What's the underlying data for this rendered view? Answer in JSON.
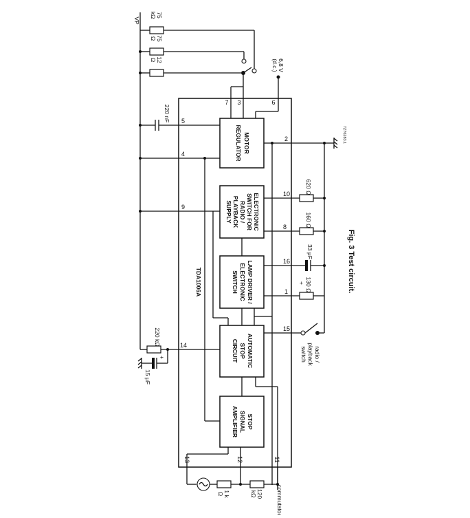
{
  "figure": {
    "caption": "Fig. 3 Test circuit.",
    "ic_label": "TDA1006A",
    "ref_code": "7Z76283.1"
  },
  "blocks": {
    "motor": [
      "MOTOR",
      "REGULATOR"
    ],
    "electronic_switch": [
      "ELECTRONIC",
      "SWITCH FOR",
      "RADIO /",
      "PLAYBACK",
      "SUPPLY"
    ],
    "lamp_driver": [
      "LAMP DRIVER /",
      "ELECTRONIC",
      "SWITCH"
    ],
    "automatic_stop": [
      "AUTOMATIC",
      "STOP",
      "CIRCUIT"
    ],
    "stop_signal": [
      "STOP",
      "SIGNAL",
      "AMPLIFIER"
    ]
  },
  "pins": {
    "p1": "1",
    "p2": "2",
    "p3": "3",
    "p4": "4",
    "p5": "5",
    "p6": "6",
    "p7": "7",
    "p8": "8",
    "p9": "9",
    "p10": "10",
    "p11": "11",
    "p12": "12",
    "p13": "13",
    "p14": "14",
    "p15": "15",
    "p16": "16"
  },
  "components": {
    "vp": "VP",
    "r_75k": [
      "75",
      "kΩ"
    ],
    "r_75": [
      "75",
      "Ω"
    ],
    "r_12": [
      "12",
      "Ω"
    ],
    "v_68": [
      "6,8 V",
      "(d.c.)"
    ],
    "c_220n": "220 nF",
    "r_620": "620 Ω",
    "r_160": "160 Ω",
    "c_33u": "33 μF",
    "r_130": "130 Ω",
    "switch_label": [
      "radio /",
      "playback",
      "switch"
    ],
    "r_220k": "220 kΩ",
    "c_15u": "15 μF",
    "r_1k": [
      "1 k",
      "Ω"
    ],
    "r_120k": [
      "120",
      "kΩ"
    ],
    "commutator": "commutator",
    "plus": "+"
  }
}
